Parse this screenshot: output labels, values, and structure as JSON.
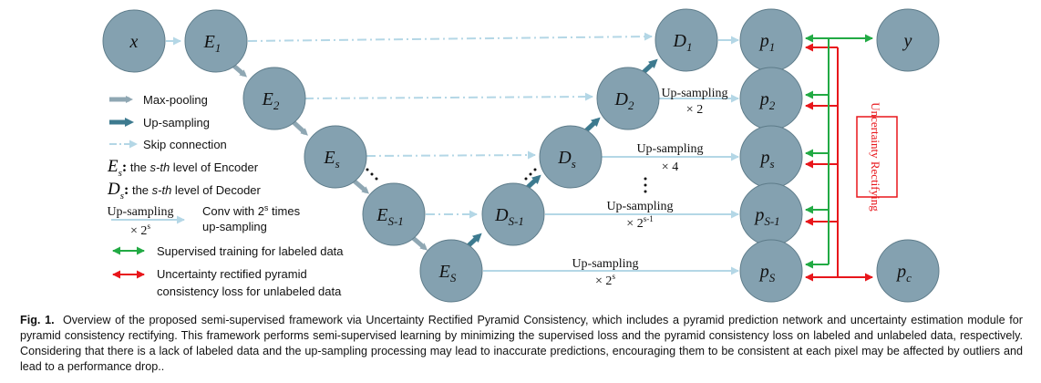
{
  "nodes": {
    "x": "x",
    "E1": "E",
    "E1_sub": "1",
    "E2": "E",
    "E2_sub": "2",
    "Es": "E",
    "Es_sub": "s",
    "ES1": "E",
    "ES1_sub": "S-1",
    "ES": "E",
    "ES_sub": "S",
    "D1": "D",
    "D1_sub": "1",
    "D2": "D",
    "D2_sub": "2",
    "Ds": "D",
    "Ds_sub": "s",
    "DS1": "D",
    "DS1_sub": "S-1",
    "p1": "p",
    "p1_sub": "1",
    "p2": "p",
    "p2_sub": "2",
    "ps": "p",
    "ps_sub": "s",
    "pS1": "p",
    "pS1_sub": "S-1",
    "pS": "p",
    "pS_sub": "S",
    "y": "y",
    "pc": "p",
    "pc_sub": "c"
  },
  "upsampling": {
    "u2_line1": "Up-sampling",
    "u2_line2": "× 2",
    "u4_line1": "Up-sampling",
    "u4_line2": "× 4",
    "uS1_line1": "Up-sampling",
    "uS1_line2": "× 2",
    "uS1_sup": "s-1",
    "uS_line1": "Up-sampling",
    "uS_line2": "× 2",
    "uS_sup": "s"
  },
  "rectify_label": "Uncertainty Rectifying",
  "legend": {
    "maxpool": "Max-pooling",
    "upsample": "Up-sampling",
    "skip": "Skip connection",
    "es_sym": "E",
    "es_sub": "s",
    "es_colon": ":",
    "es_prefix": " the ",
    "es_ital": "s-th",
    "es_suffix": " level of Encoder",
    "ds_sym": "D",
    "ds_sub": "s",
    "ds_colon": ":",
    "ds_prefix": " the ",
    "ds_ital": "s-th",
    "ds_suffix": " level of Decoder",
    "conv_label1": "Up-sampling",
    "conv_label2": "× 2",
    "conv_label2_sup": "s",
    "conv_desc1a": "Conv with 2",
    "conv_desc1_sup": "s",
    "conv_desc1b": " times",
    "conv_desc2": "up-sampling",
    "supervised": "Supervised training for labeled data",
    "uncert1": "Uncertainty rectified pyramid",
    "uncert2": "consistency loss for unlabeled data"
  },
  "colors": {
    "node_fill": "#84a1b0",
    "node_stroke": "#5e7c8a",
    "maxpool_arrow": "#8fa7b3",
    "upsample_arrow": "#3d7a8f",
    "skip_line": "#b4d7e6",
    "green": "#22aa44",
    "red": "#e8161b"
  },
  "caption": {
    "fig_label": "Fig. 1.",
    "text": "Overview of the proposed semi-supervised framework via Uncertainty Rectified Pyramid Consistency, which includes a pyramid prediction network and uncertainty estimation module for pyramid consistency rectifying. This framework performs semi-supervised learning by minimizing the supervised loss and the pyramid consistency loss on labeled and unlabeled data, respectively. Considering that there is a lack of labeled data and the up-sampling processing may lead to inaccurate predictions, encouraging them to be consistent at each pixel may be affected by outliers and lead to a performance drop.."
  }
}
